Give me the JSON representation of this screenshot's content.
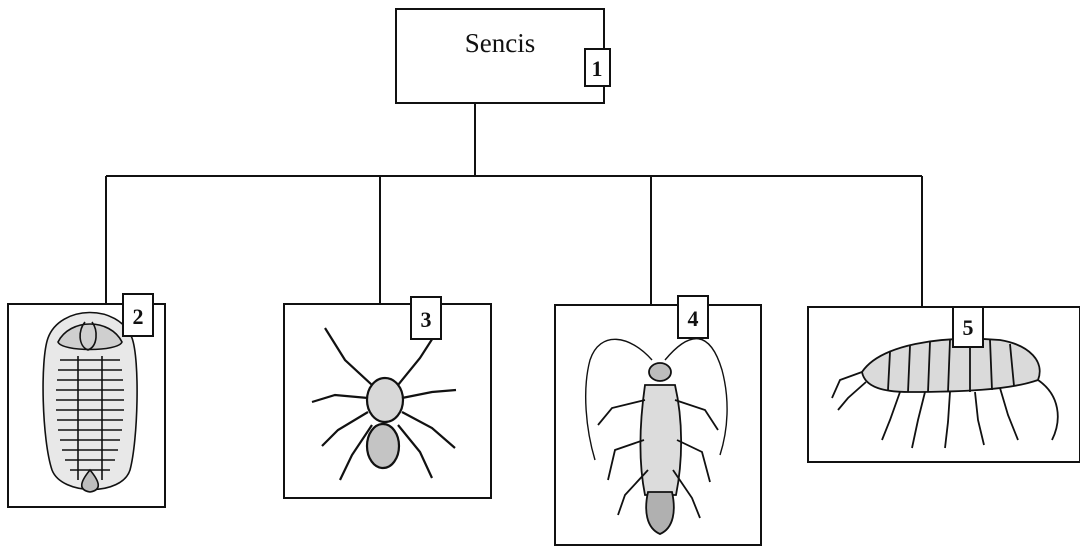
{
  "root": {
    "title": "Sencis",
    "number": "1"
  },
  "children": [
    {
      "number": "2",
      "organism": "trilobite-icon"
    },
    {
      "number": "3",
      "organism": "spider-icon"
    },
    {
      "number": "4",
      "organism": "cockroach-icon"
    },
    {
      "number": "5",
      "organism": "amphipod-icon"
    }
  ],
  "colors": {
    "line": "#111111",
    "background": "#ffffff"
  }
}
